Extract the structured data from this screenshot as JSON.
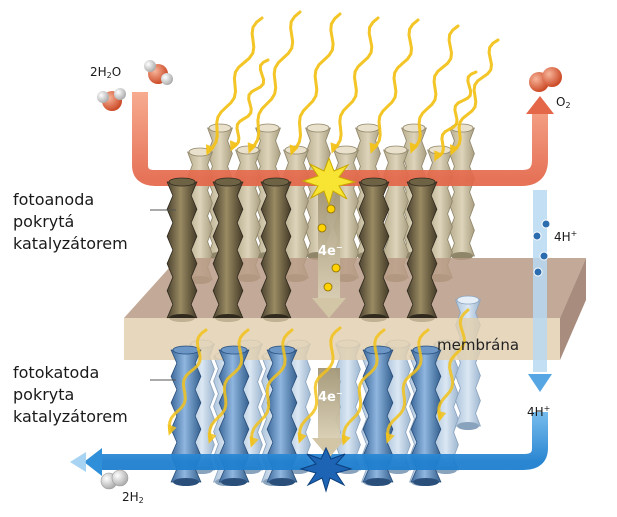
{
  "labels": {
    "photoanode": [
      "fotoanoda",
      "pokrytá",
      "katalyzátorem"
    ],
    "photocathode": [
      "fotokatoda",
      "pokryta",
      "katalyzátorem"
    ],
    "membrane": "membrána"
  },
  "species": {
    "water": {
      "base": "2H",
      "sub": "2",
      "tail": "O"
    },
    "oxygen": {
      "base": "O",
      "sub": "2"
    },
    "hydrogen": {
      "base": "2H",
      "sub": "2"
    },
    "protons_top": {
      "base": "4H",
      "sup": "+"
    },
    "protons_bottom": {
      "base": "4H",
      "sup": "+"
    },
    "electrons_top": {
      "base": "4e",
      "sup": "−"
    },
    "electrons_bottom": {
      "base": "4e",
      "sup": "−"
    }
  },
  "colors": {
    "anode_flow": "#ee7a5c",
    "cathode_flow": "#2f8fd8",
    "membrane": "#cdb39a",
    "anode_rods": "#8a7a56",
    "cathode_rods": "#6f9ccc",
    "light": "#f2c21a"
  },
  "icons": [
    "water-molecule-icon",
    "oxygen-molecule-icon",
    "hydrogen-molecule-icon",
    "sunlight-icon",
    "spark-icon"
  ]
}
